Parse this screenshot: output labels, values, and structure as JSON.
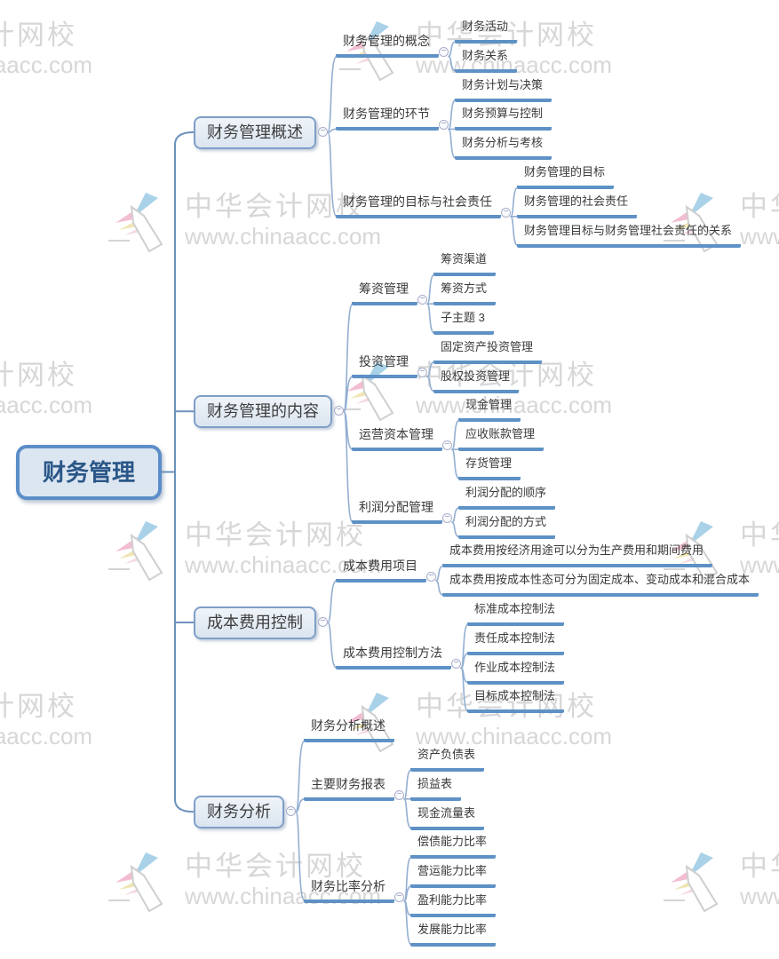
{
  "watermark": {
    "brand": "中华会计网校",
    "url": "www.chinaacc.com"
  },
  "colors": {
    "node_line": "#5e91c5",
    "connector": "#93afd2",
    "trunk": "#6b92bb",
    "box_border": "#7e9fc8",
    "box_fill": "#e3ebf4",
    "root_border": "#5b8ec8",
    "root_fill": "#dce6f1",
    "root_text": "#2a5788",
    "text": "#3a3a3a",
    "watermark_text": "#d7d7d7"
  },
  "root": {
    "label": "财务管理"
  },
  "branches": [
    {
      "label": "财务管理概述",
      "children": [
        {
          "label": "财务管理的概念",
          "children": [
            {
              "label": "财务活动"
            },
            {
              "label": "财务关系"
            }
          ]
        },
        {
          "label": "财务管理的环节",
          "children": [
            {
              "label": "财务计划与决策"
            },
            {
              "label": "财务预算与控制"
            },
            {
              "label": "财务分析与考核"
            }
          ]
        },
        {
          "label": "财务管理的目标与社会责任",
          "children": [
            {
              "label": "财务管理的目标"
            },
            {
              "label": "财务管理的社会责任"
            },
            {
              "label": "财务管理目标与财务管理社会责任的关系"
            }
          ]
        }
      ]
    },
    {
      "label": "财务管理的内容",
      "children": [
        {
          "label": "筹资管理",
          "children": [
            {
              "label": "筹资渠道"
            },
            {
              "label": "筹资方式"
            },
            {
              "label": "子主题 3"
            }
          ]
        },
        {
          "label": "投资管理",
          "children": [
            {
              "label": "固定资产投资管理"
            },
            {
              "label": "股权投资管理"
            }
          ]
        },
        {
          "label": "运营资本管理",
          "children": [
            {
              "label": "现金管理"
            },
            {
              "label": "应收账款管理"
            },
            {
              "label": "存货管理"
            }
          ]
        },
        {
          "label": "利润分配管理",
          "children": [
            {
              "label": "利润分配的顺序"
            },
            {
              "label": "利润分配的方式"
            }
          ]
        }
      ]
    },
    {
      "label": "成本费用控制",
      "children": [
        {
          "label": "成本费用项目",
          "children": [
            {
              "label": "成本费用按经济用途可以分为生产费用和期间费用"
            },
            {
              "label": "成本费用按成本性态可分为固定成本、变动成本和混合成本"
            }
          ]
        },
        {
          "label": "成本费用控制方法",
          "children": [
            {
              "label": "标准成本控制法"
            },
            {
              "label": "责任成本控制法"
            },
            {
              "label": "作业成本控制法"
            },
            {
              "label": "目标成本控制法"
            }
          ]
        }
      ]
    },
    {
      "label": "财务分析",
      "children": [
        {
          "label": "财务分析概述",
          "children": []
        },
        {
          "label": "主要财务报表",
          "children": [
            {
              "label": "资产负债表"
            },
            {
              "label": "损益表"
            },
            {
              "label": "现金流量表"
            }
          ]
        },
        {
          "label": "财务比率分析",
          "children": [
            {
              "label": "偿债能力比率"
            },
            {
              "label": "营运能力比率"
            },
            {
              "label": "盈利能力比率"
            },
            {
              "label": "发展能力比率"
            }
          ]
        }
      ]
    }
  ]
}
